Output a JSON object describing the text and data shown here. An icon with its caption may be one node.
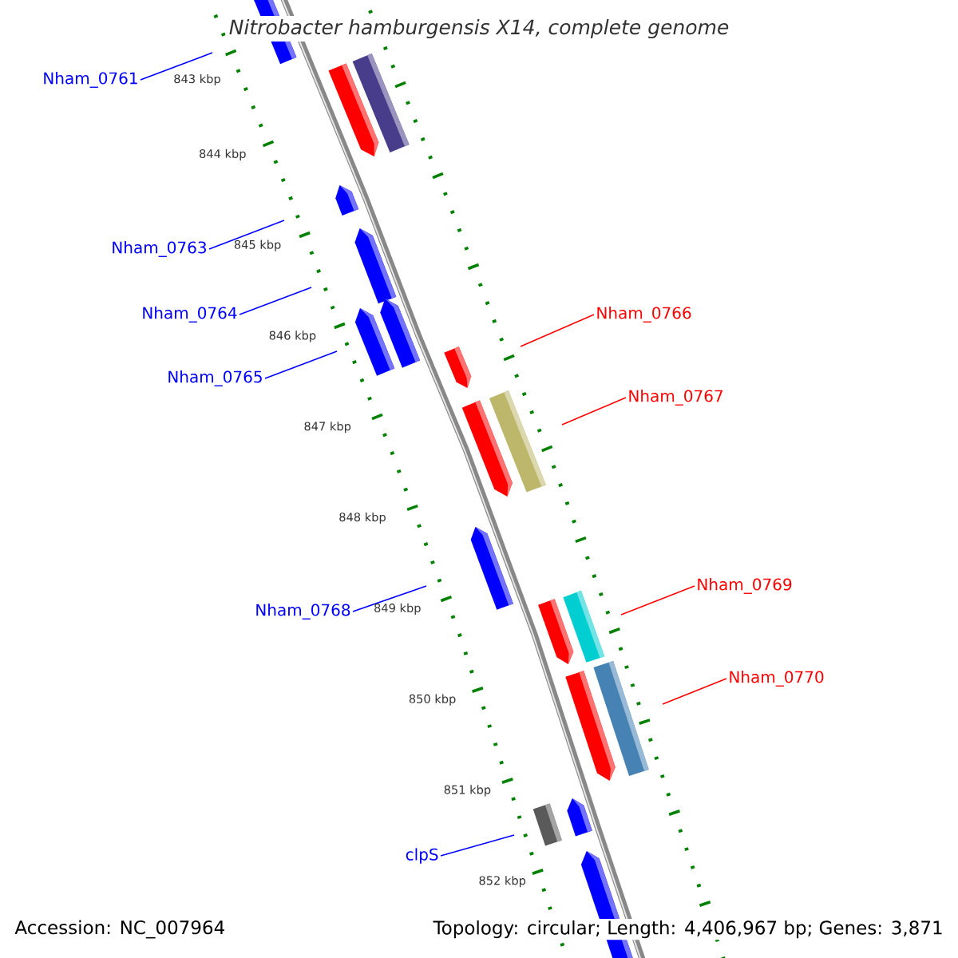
{
  "diagram": {
    "title": "Nitrobacter hamburgensis X14, complete genome",
    "nodes": [
      {
        "text": [
          "Nham_0761"
        ]
      },
      {
        "text": [
          "Nham_0763"
        ]
      },
      {
        "text": [
          "Nham_0764"
        ]
      },
      {
        "text": [
          "Nham_0765"
        ]
      },
      {
        "text": [
          "Nham_0766"
        ]
      },
      {
        "text": [
          "Nham_0767"
        ]
      },
      {
        "text": [
          "Nham_0768"
        ]
      },
      {
        "text": [
          "Nham_0769"
        ]
      },
      {
        "text": [
          "Nham_0770"
        ]
      },
      {
        "text": [
          "clpS"
        ]
      }
    ],
    "edges": [
      {
        "from": 0,
        "to": null,
        "arrow": "none",
        "color": "#0000ff"
      },
      {
        "from": 1,
        "to": null,
        "arrow": "none",
        "color": "#0000ff"
      },
      {
        "from": 2,
        "to": null,
        "arrow": "none",
        "color": "#0000ff"
      },
      {
        "from": 3,
        "to": null,
        "arrow": "none",
        "color": "#0000ff"
      },
      {
        "from": 4,
        "to": null,
        "arrow": "none",
        "color": "#ff0000"
      },
      {
        "from": 5,
        "to": null,
        "arrow": "none",
        "color": "#ff0000"
      },
      {
        "from": 6,
        "to": null,
        "arrow": "none",
        "color": "#0000ff"
      },
      {
        "from": 7,
        "to": null,
        "arrow": "none",
        "color": "#ff0000"
      },
      {
        "from": 8,
        "to": null,
        "arrow": "none",
        "color": "#ff0000"
      },
      {
        "from": 9,
        "to": null,
        "arrow": "none",
        "color": "#0000ff"
      }
    ],
    "labels": [
      "843 kbp",
      "844 kbp",
      "845 kbp",
      "846 kbp",
      "847 kbp",
      "848 kbp",
      "849 kbp",
      "850 kbp",
      "851 kbp",
      "852 kbp",
      "Accession: NC_007964",
      "Topology: circular; Length: 4,406,967 bp; Genes: 3,871"
    ]
  }
}
